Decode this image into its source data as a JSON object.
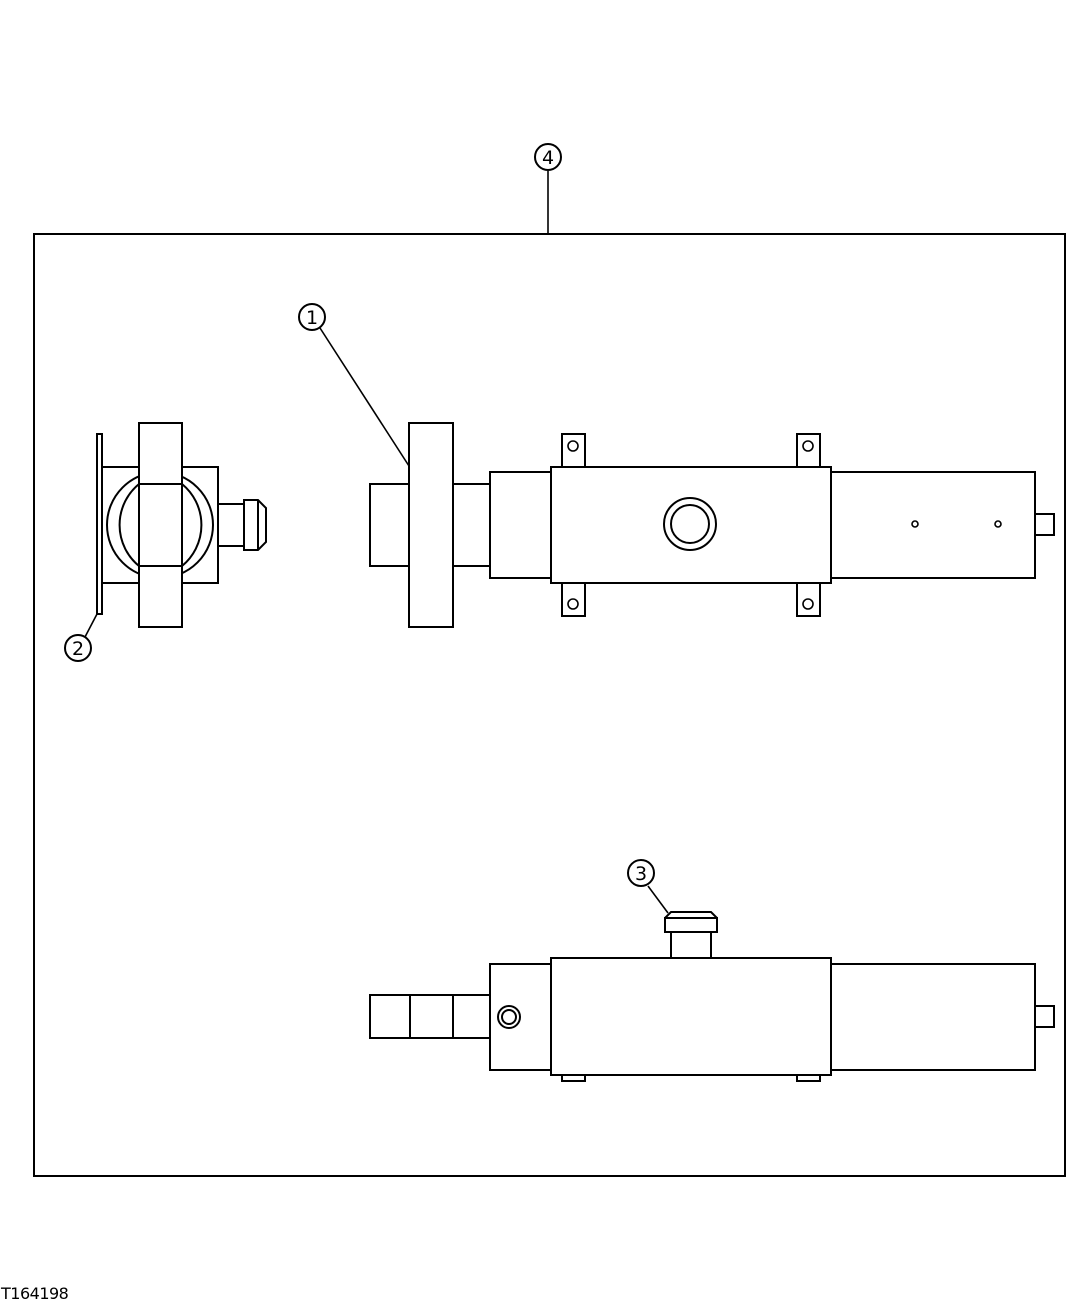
{
  "figure_id": "T164198",
  "callouts": {
    "c1": "1",
    "c2": "2",
    "c3": "3",
    "c4": "4"
  }
}
